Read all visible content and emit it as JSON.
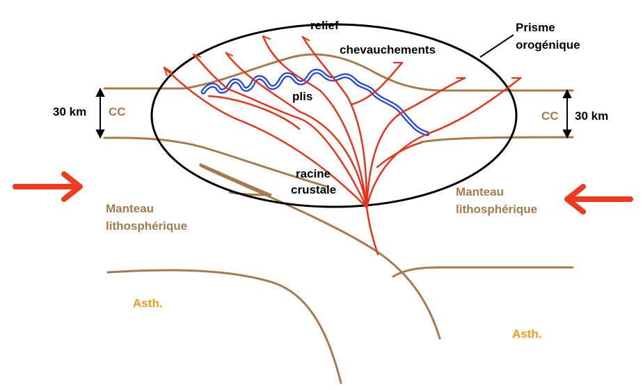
{
  "labels": {
    "relief": "relief",
    "chevauchements": "chevauchements",
    "prisme_line1": "Prisme",
    "prisme_line2": "orogénique",
    "plis": "plis",
    "racine_line1": "racine",
    "racine_line2": "crustale",
    "km_left": "30 km",
    "km_right": "30 km",
    "cc_left": "CC",
    "cc_right": "CC",
    "manteau_left_line1": "Manteau",
    "manteau_left_line2": "lithosphérique",
    "manteau_right_line1": "Manteau",
    "manteau_right_line2": "lithosphérique",
    "asth_left": "Asth.",
    "asth_right": "Asth."
  },
  "colors": {
    "crust_lines": "#A67A4A",
    "faults": "#E8331C",
    "folds": "#1C44E0",
    "arrows": "#EE3B1E",
    "ellipse": "#000000",
    "cc_text": "#A67A4A",
    "asth_text": "#F39A1E"
  }
}
